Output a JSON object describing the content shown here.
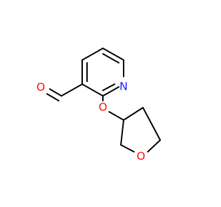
{
  "molecule": {
    "atoms": {
      "N": {
        "label": "N",
        "color": "#1f1fff"
      },
      "O_aldehyde": {
        "label": "O",
        "color": "#ff0d0d"
      },
      "O_ether": {
        "label": "O",
        "color": "#ff0d0d"
      },
      "O_ring": {
        "label": "O",
        "color": "#ff0d0d"
      }
    }
  }
}
